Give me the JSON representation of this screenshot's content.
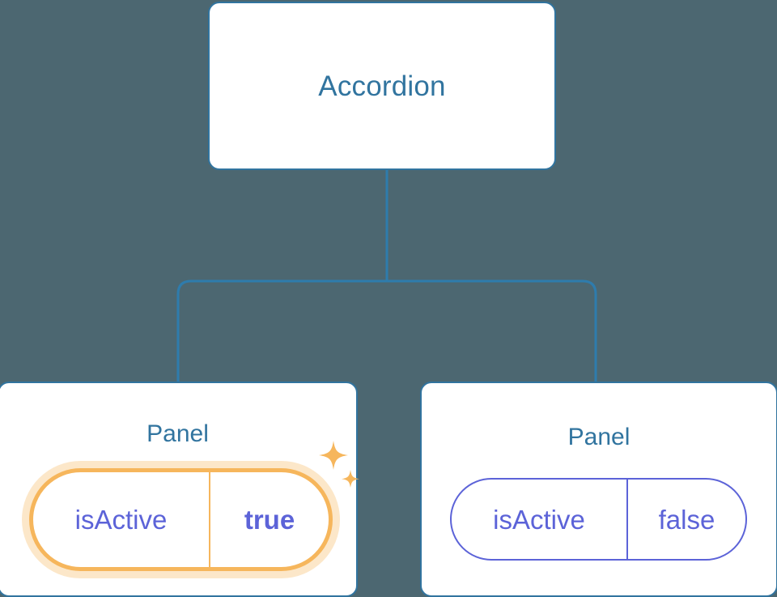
{
  "diagram": {
    "type": "component-tree",
    "background_color": "#4c6771",
    "node_border_color": "#31749f",
    "node_text_color": "#31749f",
    "prop_text_color": "#5c63d8",
    "highlight_color": "#f6b65c",
    "highlight_glow_color": "#fbdfb2",
    "connector_color": "#2e7cad"
  },
  "root": {
    "label": "Accordion"
  },
  "children": [
    {
      "label": "Panel",
      "prop": {
        "key": "isActive",
        "value": "true",
        "highlighted": true,
        "value_bold": true
      },
      "sparkle_large_icon": "sparkle-icon",
      "sparkle_small_icon": "sparkle-icon"
    },
    {
      "label": "Panel",
      "prop": {
        "key": "isActive",
        "value": "false",
        "highlighted": false,
        "value_bold": false
      }
    }
  ]
}
